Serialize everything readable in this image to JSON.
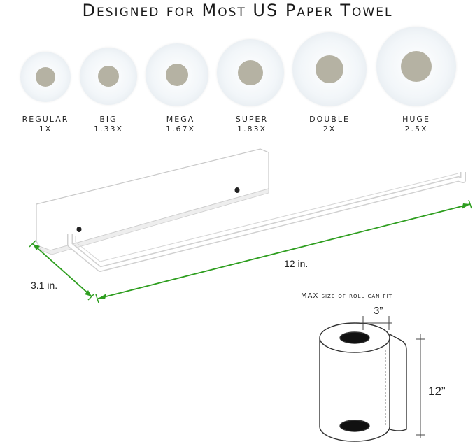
{
  "headline": "Designed for Most US Paper Towel",
  "rolls": [
    {
      "name": "REGULAR",
      "multiplier": "1X"
    },
    {
      "name": "BIG",
      "multiplier": "1.33X"
    },
    {
      "name": "MEGA",
      "multiplier": "1.67X"
    },
    {
      "name": "SUPER",
      "multiplier": "1.83X"
    },
    {
      "name": "DOUBLE",
      "multiplier": "2X"
    },
    {
      "name": "HUGE",
      "multiplier": "2.5X"
    }
  ],
  "holder": {
    "length_label": "12 in.",
    "depth_label": "3.1 in.",
    "dimension_color": "#2e9e1f"
  },
  "max_roll": {
    "title": "MAX size of roll can fit",
    "diameter_label": "3”",
    "height_label": "12”"
  },
  "colors": {
    "core": "#b5b2a3",
    "roll_edge": "#dde4ea"
  }
}
